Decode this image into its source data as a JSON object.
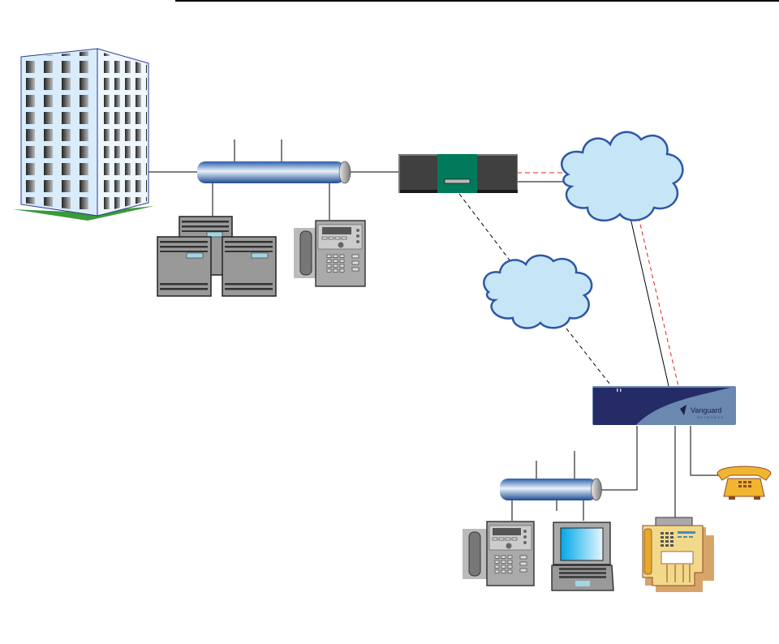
{
  "diagram": {
    "type": "network-topology",
    "nodes": [
      {
        "id": "headquarters",
        "icon": "office-building-icon"
      },
      {
        "id": "hq-lan",
        "icon": "lan-bus-icon"
      },
      {
        "id": "hq-servers",
        "icon": "server-cluster-icon"
      },
      {
        "id": "hq-ip-phone",
        "icon": "ip-phone-icon"
      },
      {
        "id": "hq-router",
        "icon": "router-icon"
      },
      {
        "id": "wan-cloud-primary",
        "icon": "cloud-icon"
      },
      {
        "id": "wan-cloud-backup",
        "icon": "cloud-icon"
      },
      {
        "id": "branch-router",
        "icon": "vanguard-router-icon"
      },
      {
        "id": "branch-lan",
        "icon": "lan-bus-icon"
      },
      {
        "id": "branch-ip-phone",
        "icon": "ip-phone-icon"
      },
      {
        "id": "branch-laptop",
        "icon": "laptop-icon"
      },
      {
        "id": "branch-fax",
        "icon": "fax-machine-icon"
      },
      {
        "id": "branch-analog-phone",
        "icon": "analog-phone-icon"
      }
    ],
    "links": [
      {
        "from": "headquarters",
        "to": "hq-lan",
        "style": "solid"
      },
      {
        "from": "hq-lan",
        "to": "hq-servers",
        "style": "solid"
      },
      {
        "from": "hq-lan",
        "to": "hq-ip-phone",
        "style": "solid"
      },
      {
        "from": "hq-lan",
        "to": "hq-router",
        "style": "solid"
      },
      {
        "from": "hq-router",
        "to": "wan-cloud-primary",
        "style": "solid"
      },
      {
        "from": "hq-router",
        "to": "wan-cloud-primary",
        "style": "dashed-red"
      },
      {
        "from": "hq-router",
        "to": "wan-cloud-backup",
        "style": "dashed-black"
      },
      {
        "from": "wan-cloud-backup",
        "to": "branch-router",
        "style": "dashed-black"
      },
      {
        "from": "wan-cloud-primary",
        "to": "branch-router",
        "style": "solid"
      },
      {
        "from": "wan-cloud-primary",
        "to": "branch-router",
        "style": "dashed-red"
      },
      {
        "from": "branch-router",
        "to": "branch-lan",
        "style": "solid"
      },
      {
        "from": "branch-router",
        "to": "branch-fax",
        "style": "solid"
      },
      {
        "from": "branch-router",
        "to": "branch-analog-phone",
        "style": "solid"
      },
      {
        "from": "branch-lan",
        "to": "branch-ip-phone",
        "style": "solid"
      },
      {
        "from": "branch-lan",
        "to": "branch-laptop",
        "style": "solid"
      }
    ],
    "branch_router_brand": {
      "name": "Vanguard",
      "tagline": "NETWORKS"
    },
    "colors": {
      "lan_bus": "#3a72b8",
      "cloud_fill": "#c6e6f8",
      "cloud_stroke": "#2f56a5",
      "router_body": "#404040",
      "router_accent": "#007a5a",
      "vanguard_dark": "#242b66",
      "vanguard_light": "#6b88b0",
      "backup_link": "#e02020",
      "building_frame": "#2a3a90",
      "building_base": "#3a9a3a",
      "analog_phone": "#f2b530",
      "fax_body": "#f2d98a"
    }
  }
}
